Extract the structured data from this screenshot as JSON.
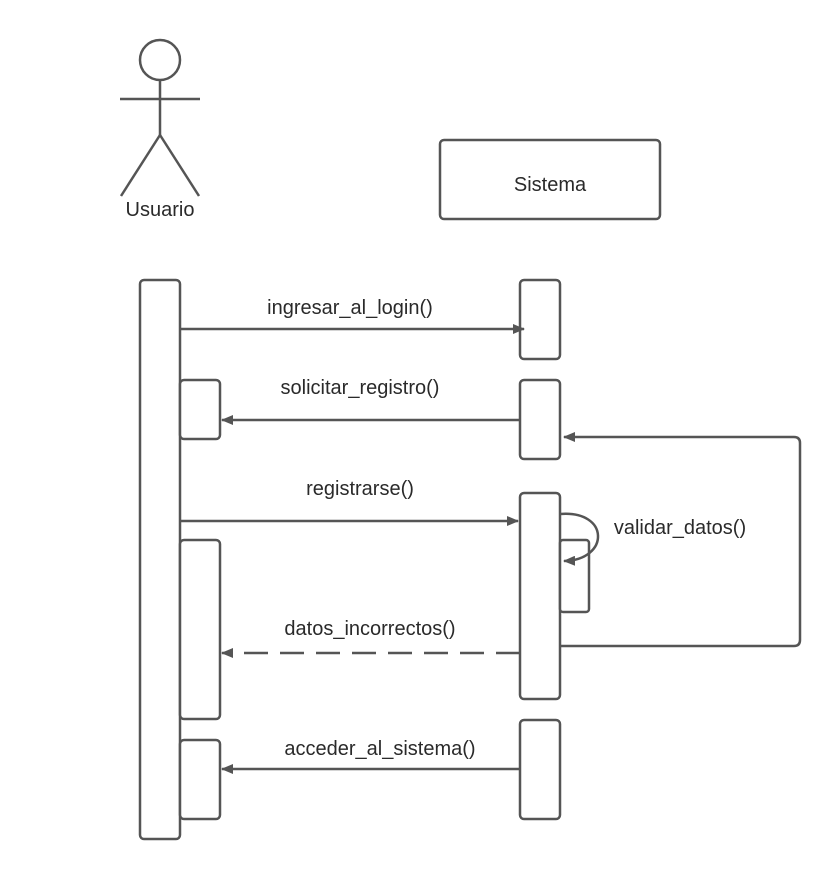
{
  "actor": {
    "name": "Usuario"
  },
  "system": {
    "name": "Sistema"
  },
  "messages": {
    "ingresar_al_login": "ingresar_al_login()",
    "solicitar_registro": "solicitar_registro()",
    "registrarse": "registrarse()",
    "validar_datos": "validar_datos()",
    "datos_incorrectos": "datos_incorrectos()",
    "acceder_al_sistema": "acceder_al_sistema()"
  },
  "colors": {
    "line": "#555555",
    "text": "#2a2a2a"
  }
}
